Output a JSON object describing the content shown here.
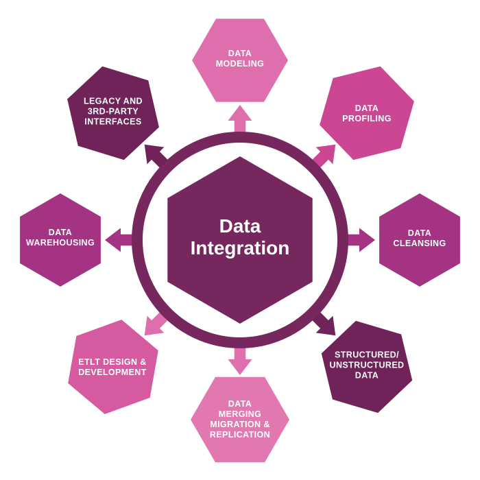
{
  "background_color": "#ffffff",
  "center": {
    "label": "Data Integration",
    "lines": [
      "Data",
      "Integration"
    ],
    "hexagon_color": "#75275E",
    "ring_color": "#75275E",
    "text_color": "#ffffff"
  },
  "nodes": [
    {
      "id": "data-modeling",
      "position": "top",
      "label": "DATA MODELING",
      "lines": [
        "DATA",
        "MODELING"
      ],
      "color": "#DF6EAC"
    },
    {
      "id": "data-profiling",
      "position": "top-right",
      "label": "DATA PROFILING",
      "lines": [
        "DATA",
        "PROFILING"
      ],
      "color": "#CB4793"
    },
    {
      "id": "data-cleansing",
      "position": "right",
      "label": "DATA CLEANSING",
      "lines": [
        "DATA",
        "CLEANSING"
      ],
      "color": "#A43384"
    },
    {
      "id": "structured-unstructured-data",
      "position": "bottom-right",
      "label": "STRUCTURED/ UNSTRUCTURED DATA",
      "lines": [
        "STRUCTURED/",
        "UNSTRUCTURED",
        "DATA"
      ],
      "color": "#6F2358"
    },
    {
      "id": "data-merging-migration-replication",
      "position": "bottom",
      "label": "DATA MERGING MIGRATION & REPLICATION",
      "lines": [
        "DATA",
        "MERGING",
        "MIGRATION &",
        "REPLICATION"
      ],
      "color": "#E278B0"
    },
    {
      "id": "etlt-design-development",
      "position": "bottom-left",
      "label": "ETLT DESIGN & DEVELOPMENT",
      "lines": [
        "ETLT DESIGN &",
        "DEVELOPMENT"
      ],
      "color": "#D55A9F"
    },
    {
      "id": "data-warehousing",
      "position": "left",
      "label": "DATA WAREHOUSING",
      "lines": [
        "DATA",
        "WAREHOUSING"
      ],
      "color": "#A43384"
    },
    {
      "id": "legacy-3rd-party-interfaces",
      "position": "top-left",
      "label": "LEGACY AND 3RD-PARTY INTERFACES",
      "lines": [
        "LEGACY AND",
        "3RD-PARTY",
        "INTERFACES"
      ],
      "color": "#6F2358"
    }
  ],
  "arrows": [
    {
      "direction": "up",
      "target": "data-modeling",
      "color": "#DF6EAC"
    },
    {
      "direction": "up-right",
      "target": "data-profiling",
      "color": "#CB4793"
    },
    {
      "direction": "right",
      "target": "data-cleansing",
      "color": "#A43384"
    },
    {
      "direction": "down-right",
      "target": "structured-unstructured-data",
      "color": "#6F2358"
    },
    {
      "direction": "down",
      "target": "data-merging-migration-replication",
      "color": "#E070AD"
    },
    {
      "direction": "down-left",
      "target": "etlt-design-development",
      "color": "#DF6EAC"
    },
    {
      "direction": "left",
      "target": "data-warehousing",
      "color": "#A43384"
    },
    {
      "direction": "up-left",
      "target": "legacy-3rd-party-interfaces",
      "color": "#6F2358"
    }
  ]
}
